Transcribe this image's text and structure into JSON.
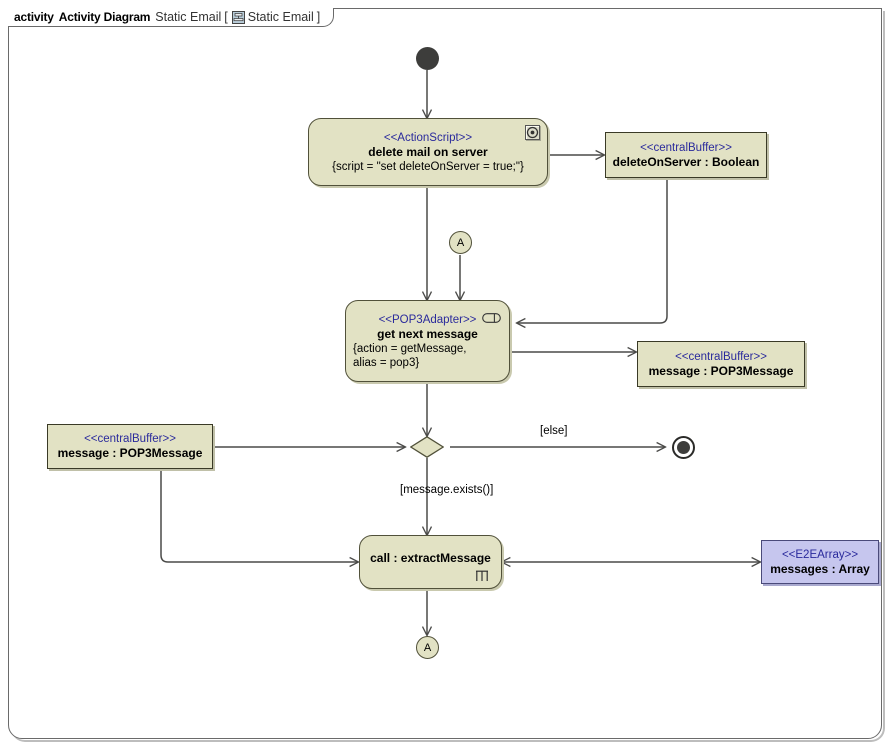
{
  "frame": {
    "keyword": "activity",
    "title": "Activity Diagram",
    "name": "Static Email",
    "bracket_open": "[",
    "bracket_close": "]",
    "inner_name": "Static Email",
    "icon": "class-diagram-icon"
  },
  "colors": {
    "node_fill": "#e2e2c4",
    "node_border": "#51513a",
    "array_fill": "#c6c6ee",
    "array_border": "#4a4a7a",
    "stereotype_text": "#2a2a9c",
    "edge": "#4a4a48",
    "canvas": "#ffffff",
    "frame_border": "#6a6a6a",
    "initial_node": "#3d3d3b"
  },
  "nodes": [
    {
      "id": "initial",
      "type": "initial-node",
      "label": ""
    },
    {
      "id": "delete-mail",
      "type": "action",
      "stereotype": "<<ActionScript>>",
      "name": "delete mail on server",
      "properties": "{script = \"set deleteOnServer = true;\"}",
      "icon": "script-icon"
    },
    {
      "id": "delete-on-server-buffer",
      "type": "central-buffer",
      "stereotype": "<<centralBuffer>>",
      "name": "deleteOnServer : Boolean"
    },
    {
      "id": "connector-a-top",
      "type": "connector-node",
      "label": "A"
    },
    {
      "id": "get-next-message",
      "type": "action",
      "stereotype": "<<POP3Adapter>>",
      "name": "get next message",
      "properties_line1": "{action = getMessage,",
      "properties_line2": "alias = pop3}",
      "icon": "adapter-icon"
    },
    {
      "id": "message-buffer-right",
      "type": "central-buffer",
      "stereotype": "<<centralBuffer>>",
      "name": "message : POP3Message"
    },
    {
      "id": "message-buffer-left",
      "type": "central-buffer",
      "stereotype": "<<centralBuffer>>",
      "name": "message : POP3Message"
    },
    {
      "id": "decision",
      "type": "decision-node",
      "label": ""
    },
    {
      "id": "final",
      "type": "activity-final-node",
      "label": ""
    },
    {
      "id": "call-extract-message",
      "type": "call-behavior-action",
      "name": "call : extractMessage",
      "icon": "rake-icon"
    },
    {
      "id": "messages-array",
      "type": "central-buffer",
      "stereotype": "<<E2EArray>>",
      "name": "messages : Array"
    },
    {
      "id": "connector-a-bottom",
      "type": "connector-node",
      "label": "A"
    }
  ],
  "edge_labels": {
    "else": "[else]",
    "message_exists": "[message.exists()]"
  }
}
